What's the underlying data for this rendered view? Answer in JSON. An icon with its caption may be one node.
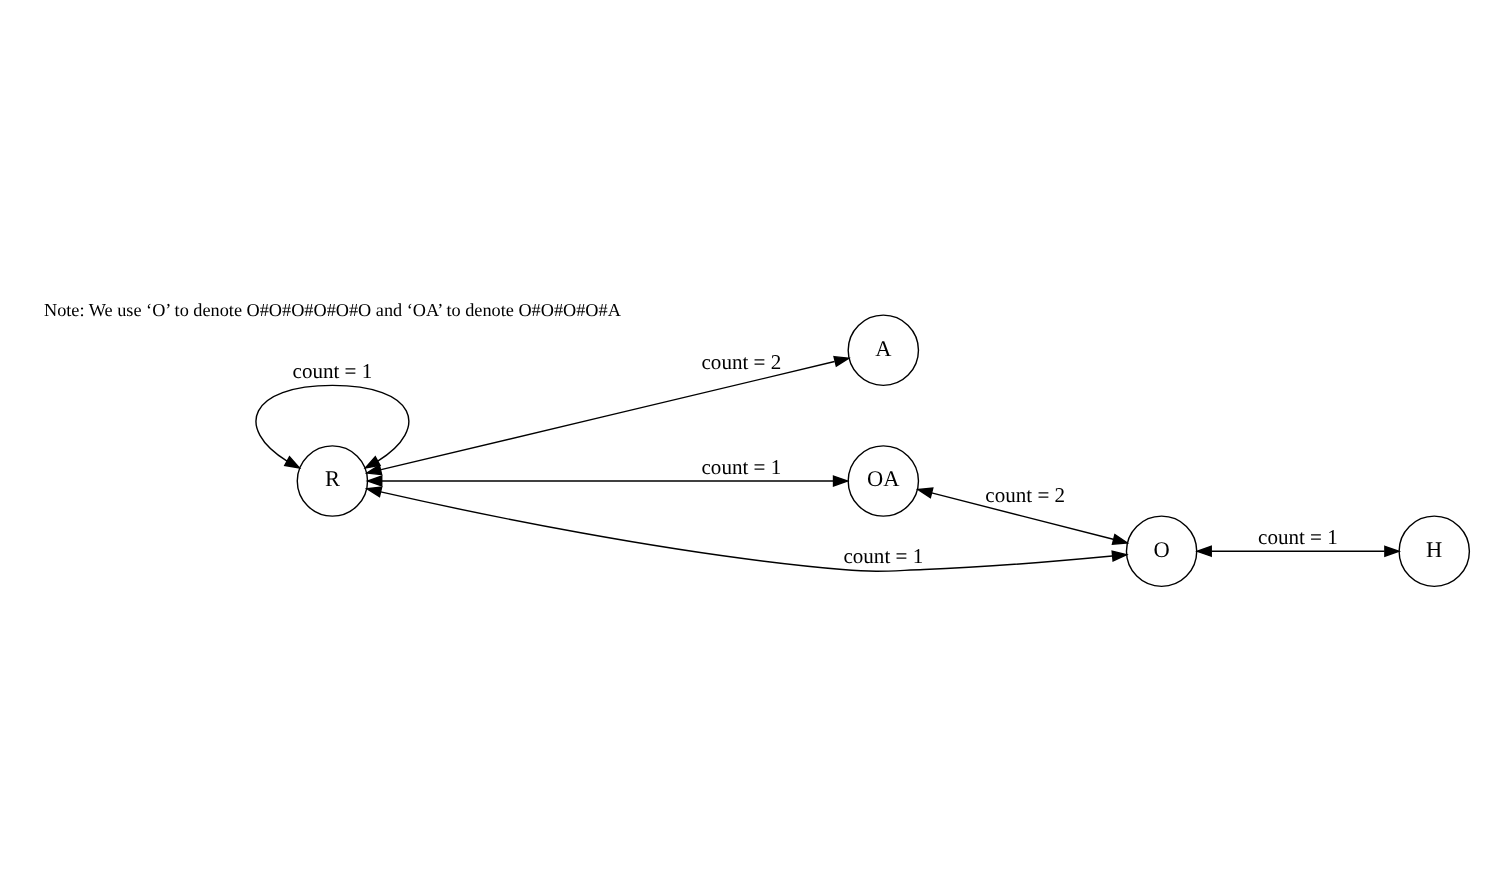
{
  "diagram": {
    "nodes": [
      {
        "text": [
          "A"
        ]
      },
      {
        "text": [
          "R"
        ]
      },
      {
        "text": [
          "OA"
        ]
      },
      {
        "text": [
          "H"
        ]
      },
      {
        "text": [
          "O"
        ]
      }
    ],
    "edges": [
      {
        "from": 1,
        "to": 0,
        "arrow": "both",
        "label": "count = 2"
      },
      {
        "from": 1,
        "to": 1,
        "arrow": "both",
        "label": "count = 1"
      },
      {
        "from": 1,
        "to": 2,
        "arrow": "both",
        "label": "count = 1"
      },
      {
        "from": 2,
        "to": 4,
        "arrow": "both",
        "label": "count = 2"
      },
      {
        "from": 1,
        "to": 4,
        "arrow": "both",
        "label": "count = 1"
      },
      {
        "from": 4,
        "to": 3,
        "arrow": "both",
        "label": "count = 1"
      }
    ],
    "labels": [
      "Note: We use ‘O’ to denote O#O#O#O#O#O and ‘OA’ to denote O#O#O#O#A"
    ]
  }
}
